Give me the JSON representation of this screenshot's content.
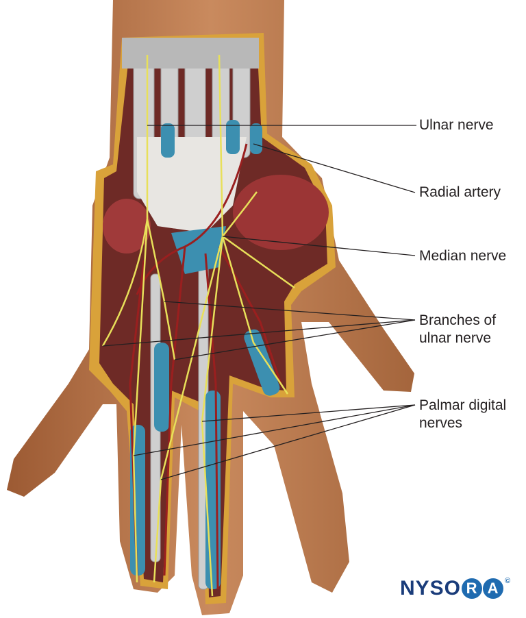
{
  "labels": {
    "ulnar_nerve": "Ulnar nerve",
    "radial_artery": "Radial artery",
    "median_nerve": "Median nerve",
    "branches_line1": "Branches of",
    "branches_line2": "ulnar nerve",
    "palmar_line1": "Palmar digital",
    "palmar_line2": "nerves"
  },
  "logo": {
    "text_main": "NYSO",
    "text_circles": [
      "R",
      "A"
    ],
    "copyright": "©"
  },
  "colors": {
    "skin": "#b9774a",
    "muscle": "#8a2a2a",
    "nerve": "#e8e05a",
    "vessel": "#3c8fb0",
    "artery": "#9a1f1f",
    "tendon": "#cfcfcf",
    "fat": "#d9a23a",
    "logo": "#1a3c7a"
  }
}
